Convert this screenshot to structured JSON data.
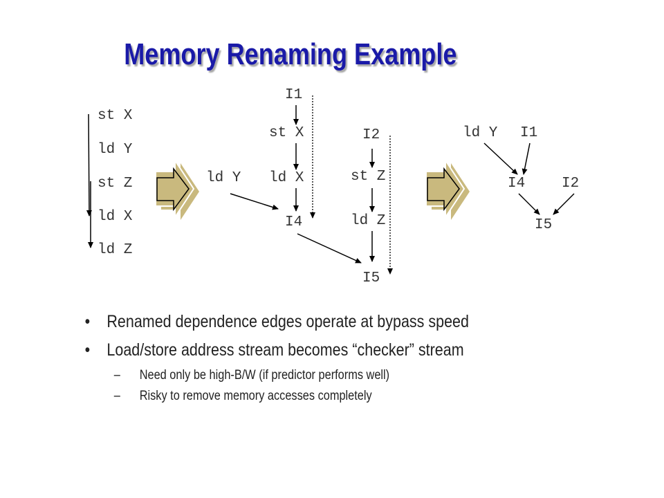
{
  "title": "Memory Renaming Example",
  "left_sequence": [
    "st X",
    "ld Y",
    "st Z",
    "ld X",
    "ld Z"
  ],
  "middle_graph": {
    "i1": "I1",
    "st_x": "st X",
    "ld_y": "ld Y",
    "ld_x": "ld X",
    "i4": "I4",
    "i2": "I2",
    "st_z": "st Z",
    "ld_z": "ld Z",
    "i5": "I5"
  },
  "right_graph": {
    "ld_y": "ld Y",
    "i1": "I1",
    "i4": "I4",
    "i2": "I2",
    "i5": "I5"
  },
  "bullets": [
    "Renamed dependence edges operate at bypass speed",
    "Load/store address stream becomes “checker” stream"
  ],
  "sub_bullets": [
    "Need only be high-B/W (if predictor performs well)",
    "Risky to remove memory accesses completely"
  ],
  "bullet_symbol": "•",
  "dash_symbol": "–",
  "colors": {
    "title": "#1a1aa8",
    "arrow_shape_fill": "#c9b97e",
    "arrow_shape_shadow": "#c9b97e",
    "text": "#333333"
  },
  "icons": [
    "block-arrow-right-icon"
  ]
}
